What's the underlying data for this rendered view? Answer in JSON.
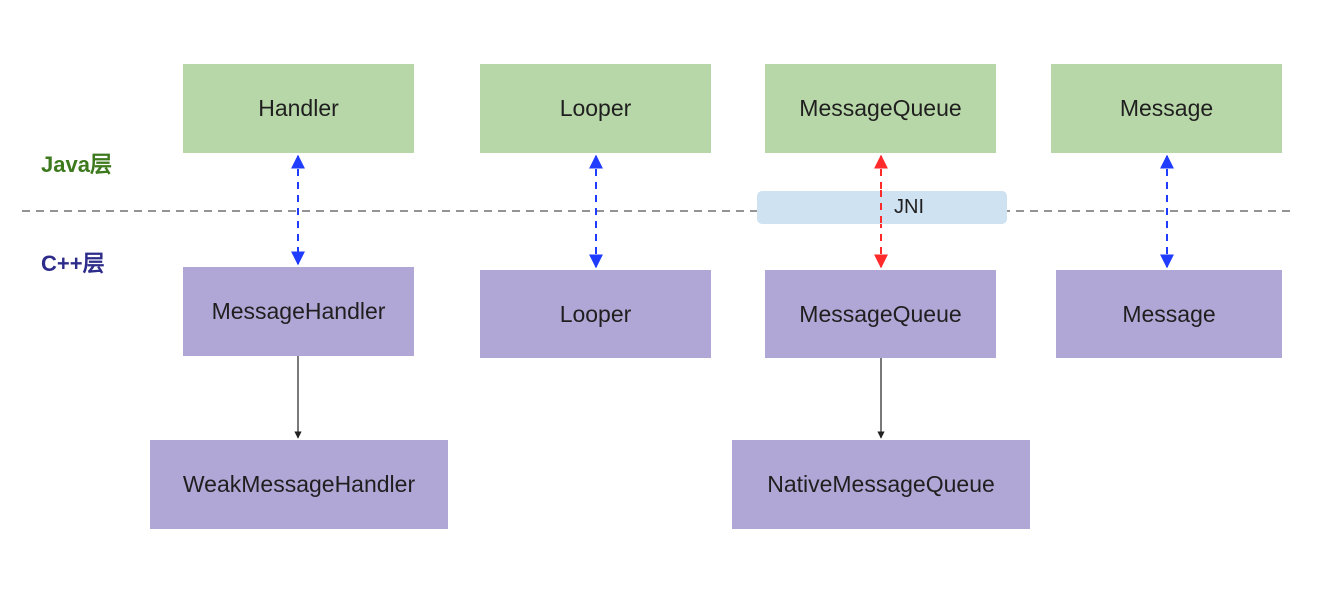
{
  "layers": {
    "java_label": "Java层",
    "cpp_label": "C++层",
    "java_color": "#3d7a1e",
    "cpp_color": "#2e2c8a"
  },
  "java_boxes": {
    "handler": "Handler",
    "looper": "Looper",
    "message_queue": "MessageQueue",
    "message": "Message"
  },
  "cpp_boxes": {
    "message_handler": "MessageHandler",
    "looper": "Looper",
    "message_queue": "MessageQueue",
    "message": "Message"
  },
  "native_boxes": {
    "weak_message_handler": "WeakMessageHandler",
    "native_message_queue": "NativeMessageQueue"
  },
  "jni": {
    "label": "JNI"
  },
  "colors": {
    "java_box": "#b8d7a8",
    "cpp_box": "#b1a7d6",
    "jni_box": "#cfe2f1",
    "blue_arrow": "#1f3cff",
    "red_arrow": "#ff2a2a"
  }
}
